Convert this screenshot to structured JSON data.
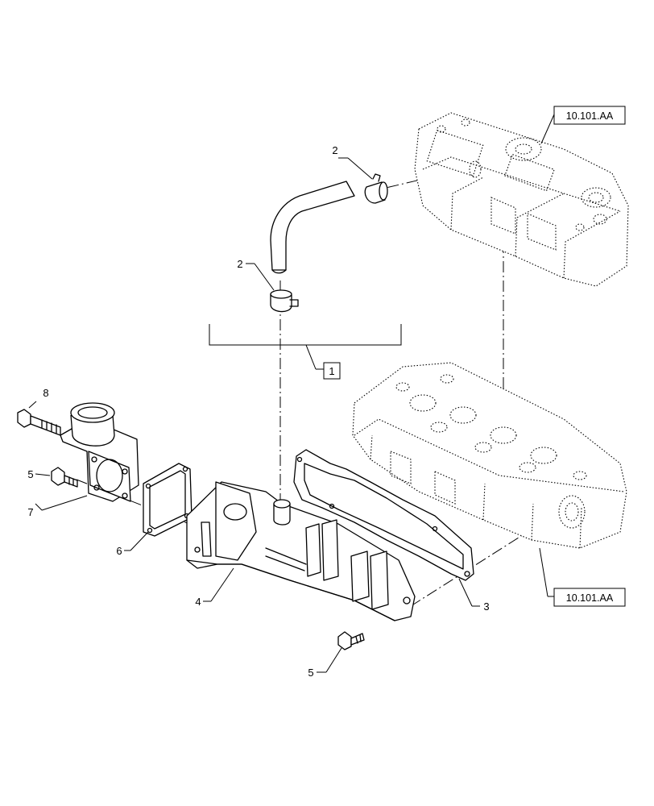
{
  "references": {
    "top": "10.101.AA",
    "bottom": "10.101.AA"
  },
  "callouts": {
    "c1": "1",
    "c2a": "2",
    "c2b": "2",
    "c3": "3",
    "c4": "4",
    "c5a": "5",
    "c5b": "5",
    "c6": "6",
    "c7": "7",
    "c8": "8"
  }
}
